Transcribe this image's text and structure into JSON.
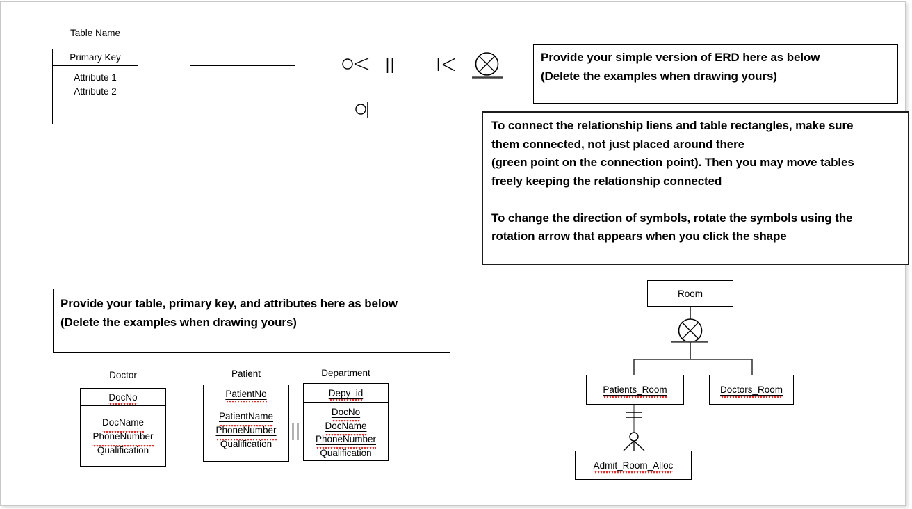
{
  "colors": {
    "ink": "#000000",
    "squiggle": "#e0312f",
    "slide_border": "#c8c8c8",
    "connector_gray": "#787878"
  },
  "sample_table": {
    "label": "Table Name",
    "primary_key": "Primary Key",
    "attributes": [
      "Attribute 1",
      "Attribute 2"
    ]
  },
  "notes": {
    "erd": {
      "lines": [
        "Provide your simple version of ERD here as below",
        "(Delete the examples when drawing yours)"
      ]
    },
    "connect": {
      "lines": [
        "To connect the relationship liens and table rectangles, make sure",
        "them connected, not just placed around there",
        "(green point on the connection point). Then you may move tables",
        "freely keeping the relationship connected",
        "",
        "To change the direction of symbols, rotate the symbols using the",
        "rotation arrow that appears when you click the shape"
      ]
    },
    "tables": {
      "lines": [
        "Provide your table, primary key, and attributes here as below",
        "(Delete the examples when drawing yours)"
      ]
    }
  },
  "entities": {
    "doctor": {
      "title": "Doctor",
      "pk": "DocNo",
      "attrs": [
        "DocName",
        "PhoneNumber",
        "Qualification"
      ]
    },
    "patient": {
      "title": "Patient",
      "pk": "PatientNo",
      "attrs": [
        "PatientName",
        "PhoneNumber",
        "Qualification"
      ]
    },
    "department": {
      "title": "Department",
      "pk": "Depy_id",
      "attrs": [
        "DocNo",
        "DocName",
        "PhoneNumber",
        "Qualification"
      ]
    }
  },
  "erd_example": {
    "room": "Room",
    "patients_room": "Patients_Room",
    "doctors_room": "Doctors_Room",
    "admit_room_alloc": "Admit_Room_Alloc"
  },
  "symbols": {
    "zero_or_many": "circle-crowfoot",
    "one_and_only_one": "double-bar",
    "one_or_many": "bar-crowfoot",
    "exclusive_or": "circle-x-underlined",
    "zero_or_one": "circle-bar"
  }
}
